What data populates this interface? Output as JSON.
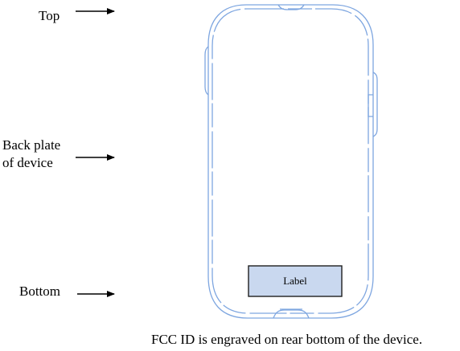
{
  "labels": {
    "top": "Top",
    "back_plate_line1": "Back plate",
    "back_plate_line2": "of device",
    "bottom": "Bottom"
  },
  "label_box": {
    "text": "Label",
    "fill": "#c9d8ef",
    "stroke": "#1f1f1f"
  },
  "caption": "FCC ID is engraved on rear bottom of the device.",
  "colors": {
    "device_outline": "#7ea6e0",
    "arrow": "#000000"
  }
}
